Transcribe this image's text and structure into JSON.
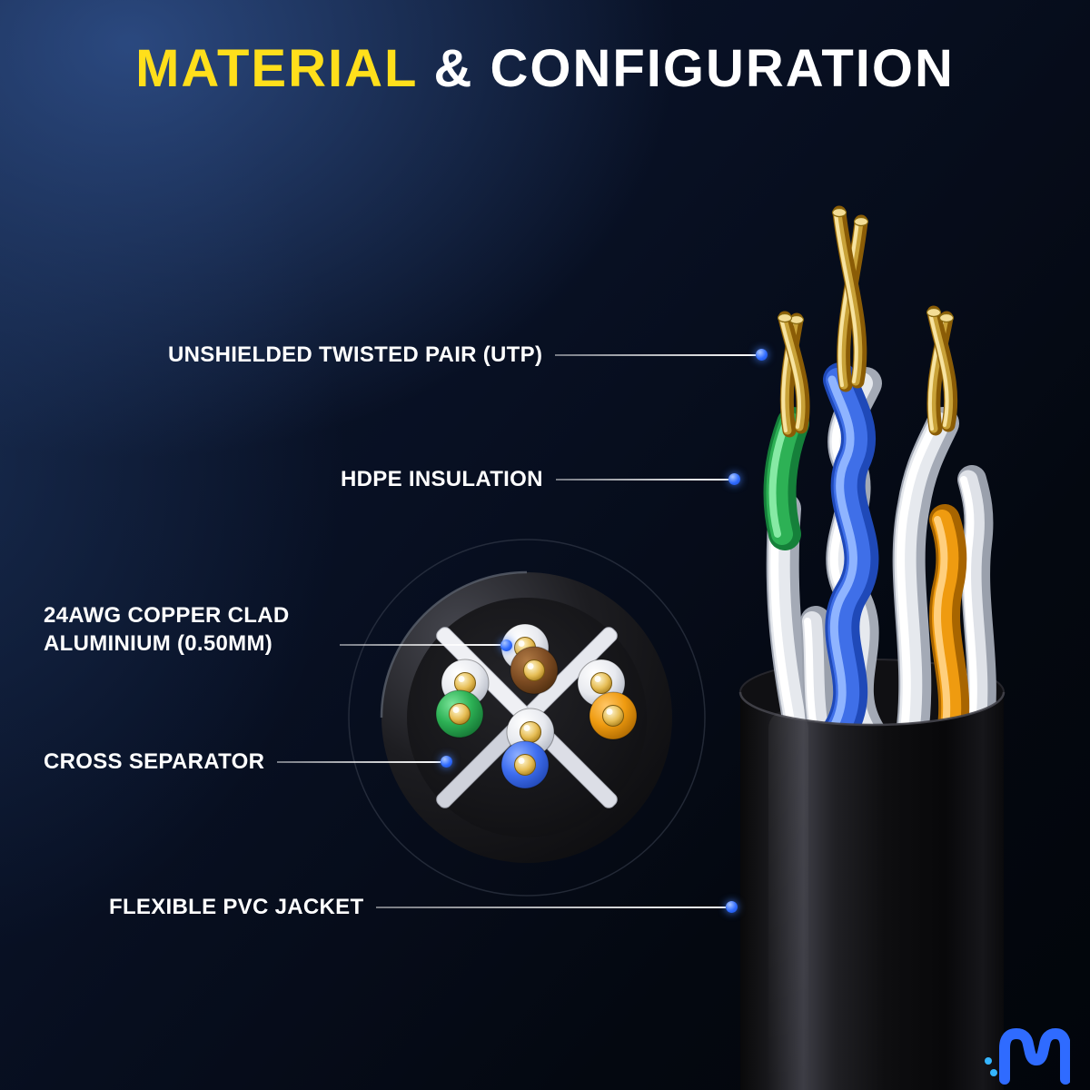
{
  "title": {
    "highlight": "MATERIAL",
    "rest": "& CONFIGURATION"
  },
  "annotations": [
    {
      "id": "utp",
      "text": "UNSHIELDED TWISTED PAIR (UTP)"
    },
    {
      "id": "hdpe",
      "text": "HDPE INSULATION"
    },
    {
      "id": "awg",
      "text": "24AWG COPPER CLAD ALUMINIUM (0.50MM)"
    },
    {
      "id": "cross",
      "text": "CROSS SEPARATOR"
    },
    {
      "id": "jacket",
      "text": "FLEXIBLE PVC JACKET"
    }
  ],
  "colors": {
    "accent_yellow": "#FFDF1B",
    "text_white": "#FFFFFF",
    "pointer_dot_blue": "#2F6BFF",
    "wire_blue": "#3E6EF0",
    "wire_green": "#2DB155",
    "wire_orange": "#EF9B10",
    "wire_brown": "#7C4B22",
    "wire_white": "#E8EAEF",
    "copper_gold": "#E6BD55",
    "jacket_black": "#0E0E10",
    "background_navy": "#0C1730"
  },
  "logo": {
    "icon": "wave-m-logo",
    "color": "#2F6BFF",
    "dot_color": "#35B5FF"
  }
}
